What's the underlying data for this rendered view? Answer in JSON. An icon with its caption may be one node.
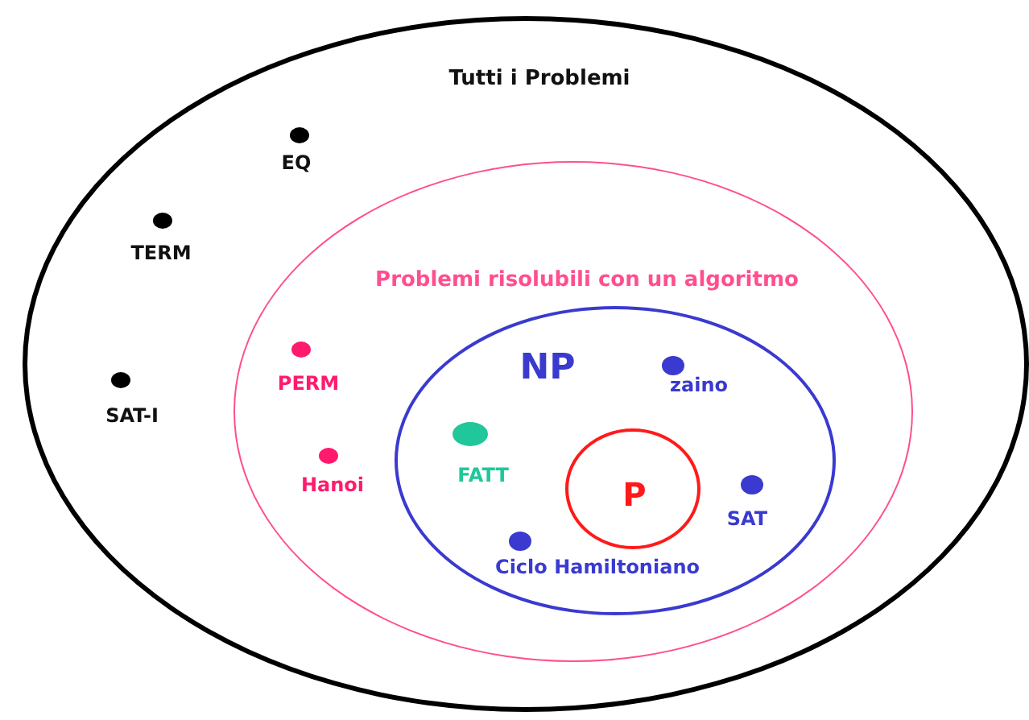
{
  "diagram": {
    "nodes": [
      {
        "text": [
          "Tutti i Problemi"
        ]
      },
      {
        "text": [
          "Problemi risolubili con un algoritmo"
        ],
        "in": 0
      },
      {
        "text": [
          "NP"
        ],
        "in": 1
      },
      {
        "text": [
          "P"
        ],
        "in": 2
      },
      {
        "text": [
          "EQ"
        ],
        "in": 0
      },
      {
        "text": [
          "TERM"
        ],
        "in": 0
      },
      {
        "text": [
          "SAT-I"
        ],
        "in": 0
      },
      {
        "text": [
          "PERM"
        ],
        "in": 1
      },
      {
        "text": [
          "Hanoi"
        ],
        "in": 1
      },
      {
        "text": [
          "zaino"
        ],
        "in": 2
      },
      {
        "text": [
          "FATT"
        ],
        "in": 2
      },
      {
        "text": [
          "SAT"
        ],
        "in": 2
      },
      {
        "text": [
          "Ciclo Hamiltoniano"
        ],
        "in": 2
      }
    ]
  }
}
